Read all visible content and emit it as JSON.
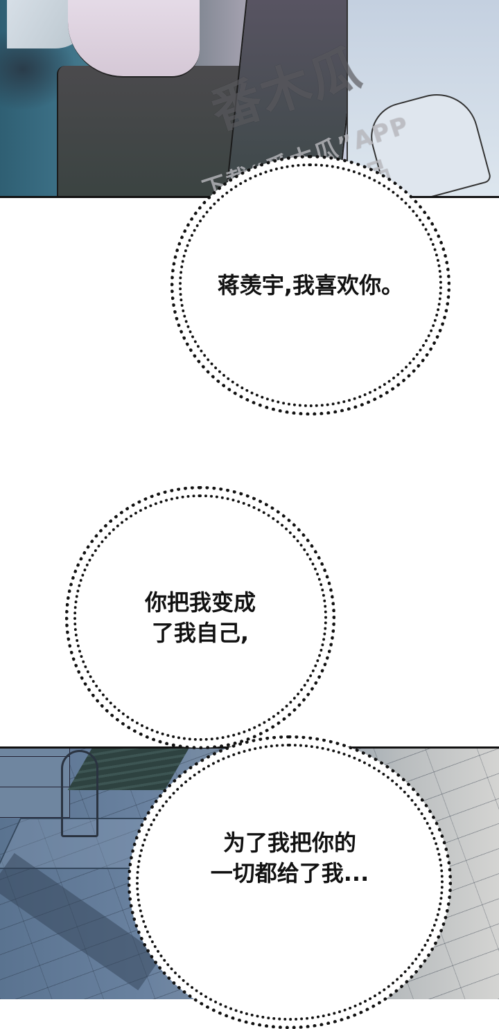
{
  "comic": {
    "panels": [
      {
        "id": "panel-1",
        "scene": "close-up of two characters, one in dark turtleneck, hand on light shirt",
        "watermark": {
          "logo_text": "番木瓜",
          "line1": "下载“番木瓜”APP",
          "line2": "观看更多作品"
        }
      },
      {
        "id": "panel-2",
        "scene": "night plaza with bench and paving stones"
      }
    ],
    "bubbles": [
      {
        "id": "bubble-1",
        "text": "蒋羡宇,我喜欢你。"
      },
      {
        "id": "bubble-2",
        "text": "你把我变成\n了我自己,"
      },
      {
        "id": "bubble-3",
        "text": "为了我把你的\n一切都给了我..."
      }
    ],
    "colors": {
      "background": "#ffffff",
      "ink": "#111111",
      "sea": "#3c7086",
      "pavement": "#6a82a0"
    }
  }
}
